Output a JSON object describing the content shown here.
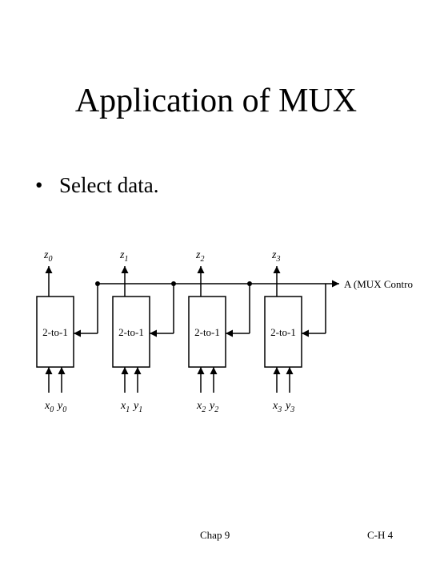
{
  "slide": {
    "title": "Application of MUX",
    "bullets": [
      "Select data."
    ]
  },
  "diagram": {
    "control_label": "A (MUX Control)",
    "muxes": [
      {
        "label": "2-to-1",
        "output": "z",
        "output_sub": "0",
        "inputs": [
          {
            "name": "x",
            "sub": "0"
          },
          {
            "name": "y",
            "sub": "0"
          }
        ]
      },
      {
        "label": "2-to-1",
        "output": "z",
        "output_sub": "1",
        "inputs": [
          {
            "name": "x",
            "sub": "1"
          },
          {
            "name": "y",
            "sub": "1"
          }
        ]
      },
      {
        "label": "2-to-1",
        "output": "z",
        "output_sub": "2",
        "inputs": [
          {
            "name": "x",
            "sub": "2"
          },
          {
            "name": "y",
            "sub": "2"
          }
        ]
      },
      {
        "label": "2-to-1",
        "output": "z",
        "output_sub": "3",
        "inputs": [
          {
            "name": "x",
            "sub": "3"
          },
          {
            "name": "y",
            "sub": "3"
          }
        ]
      }
    ]
  },
  "footer": {
    "left": "Chap 9",
    "right": "C-H 4"
  }
}
